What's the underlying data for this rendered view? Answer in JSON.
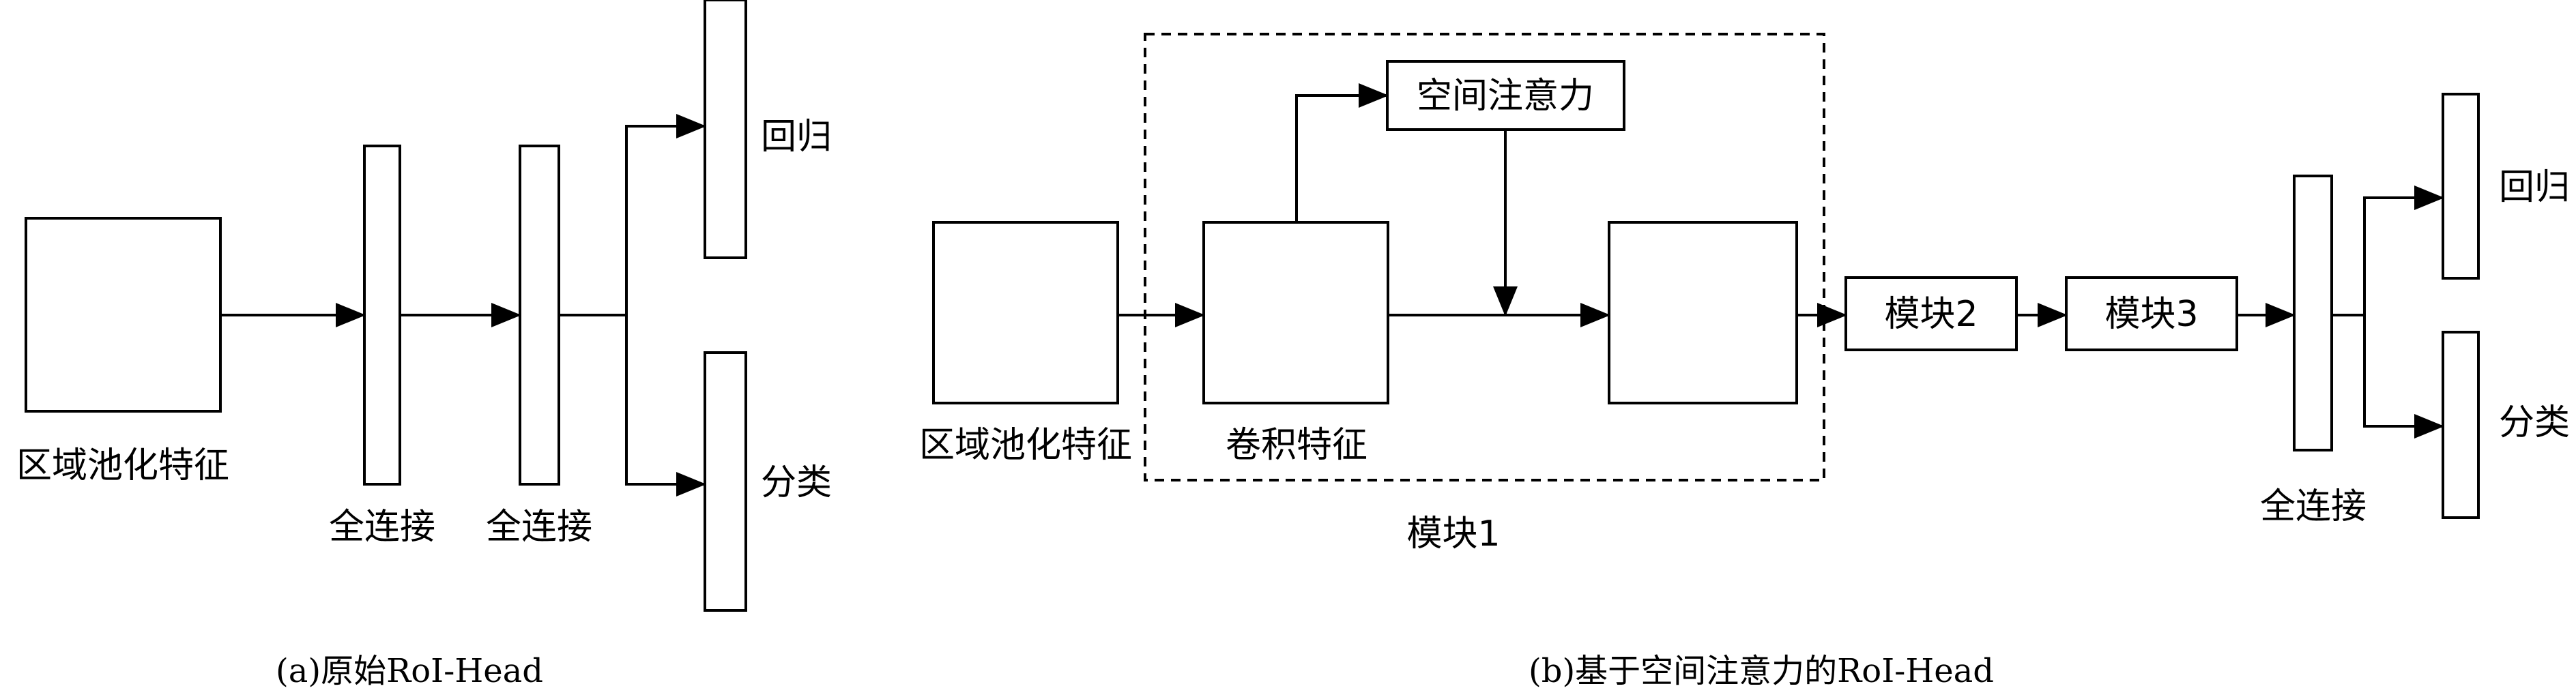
{
  "left": {
    "roi_label": "区域池化特征",
    "fc1_label": "全连接",
    "fc2_label": "全连接",
    "regression_label": "回归",
    "classification_label": "分类",
    "caption": "(a)原始RoI-Head"
  },
  "right": {
    "roi_label": "区域池化特征",
    "conv_label": "卷积特征",
    "attention_label": "空间注意力",
    "module1_label": "模块1",
    "module2_label": "模块2",
    "module3_label": "模块3",
    "fc_label": "全连接",
    "regression_label": "回归",
    "classification_label": "分类",
    "caption": "(b)基于空间注意力的RoI-Head"
  }
}
